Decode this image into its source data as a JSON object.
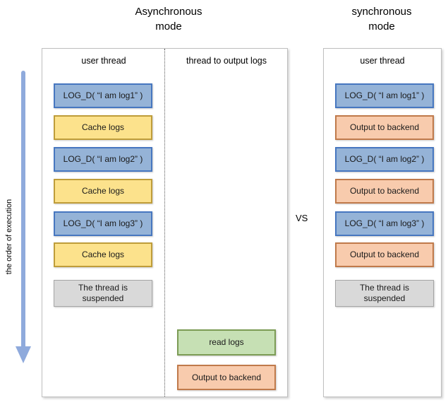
{
  "titles": {
    "left": "Asynchronous\nmode",
    "right": "synchronous\nmode"
  },
  "vs_label": "VS",
  "execution_axis": {
    "label": "the order of execution"
  },
  "left_panel": {
    "columns": [
      {
        "header": "user thread"
      },
      {
        "header": "thread to output logs"
      }
    ],
    "user_thread_boxes": [
      {
        "label": "LOG_D( “I am log1” )",
        "type": "blue"
      },
      {
        "label": "Cache logs",
        "type": "yellow"
      },
      {
        "label": "LOG_D( “I am log2” )",
        "type": "blue"
      },
      {
        "label": "Cache logs",
        "type": "yellow"
      },
      {
        "label": "LOG_D( “I am log3” )",
        "type": "blue"
      },
      {
        "label": "Cache logs",
        "type": "yellow"
      },
      {
        "label": "The thread is suspended",
        "type": "gray"
      }
    ],
    "output_thread_boxes": [
      {
        "label": "read logs",
        "type": "green"
      },
      {
        "label": "Output to backend",
        "type": "orange"
      }
    ]
  },
  "right_panel": {
    "header": "user thread",
    "boxes": [
      {
        "label": "LOG_D( “I am log1” )",
        "type": "blue"
      },
      {
        "label": "Output to backend",
        "type": "orange"
      },
      {
        "label": "LOG_D( “I am log2” )",
        "type": "blue"
      },
      {
        "label": "Output to backend",
        "type": "orange"
      },
      {
        "label": "LOG_D( “I am log3” )",
        "type": "blue"
      },
      {
        "label": "Output to backend",
        "type": "orange"
      },
      {
        "label": "The thread is suspended",
        "type": "gray"
      }
    ]
  },
  "colors": {
    "arrow": "#8FAADC",
    "blue-fill": "#95B3D7",
    "blue-border": "#4777C0",
    "yellow-fill": "#FCE28C",
    "yellow-border": "#BF9D3A",
    "gray-fill": "#D9D9D9",
    "gray-border": "#A6A6A6",
    "green-fill": "#C6E0B4",
    "green-border": "#7C9C55",
    "orange-fill": "#F8CBAD",
    "orange-border": "#C07A4B"
  }
}
